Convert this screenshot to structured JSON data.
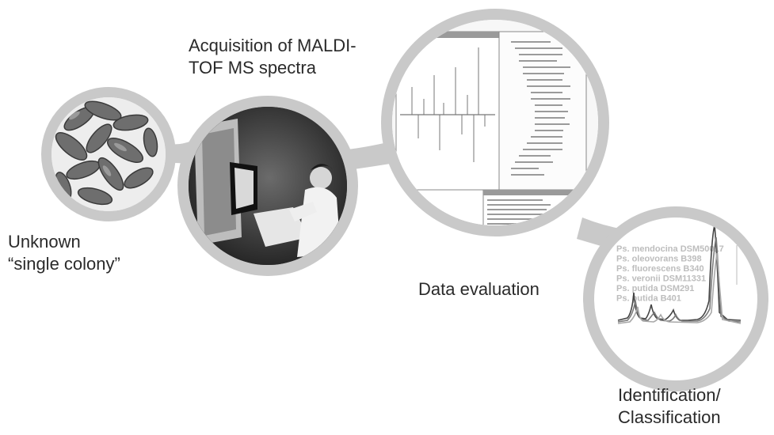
{
  "steps": [
    {
      "label_lines": [
        "Unknown",
        "“single colony”"
      ]
    },
    {
      "label_lines": [
        "Acquisition of MALDI-",
        "TOF MS spectra"
      ]
    },
    {
      "label_lines": [
        "Data evaluation"
      ]
    },
    {
      "label_lines": [
        "Identification/",
        "Classification"
      ]
    }
  ],
  "panel4": {
    "organisms": [
      "Ps. mendocina DSM50017",
      "Ps. oleovorans B398",
      "Ps. fluorescens B340",
      "Ps. veronii DSM11331",
      "Ps. putida DSM291",
      "Ps. putida B401"
    ]
  },
  "colors": {
    "ring": "#c9c9c9",
    "label_text": "#2a2a2a"
  }
}
